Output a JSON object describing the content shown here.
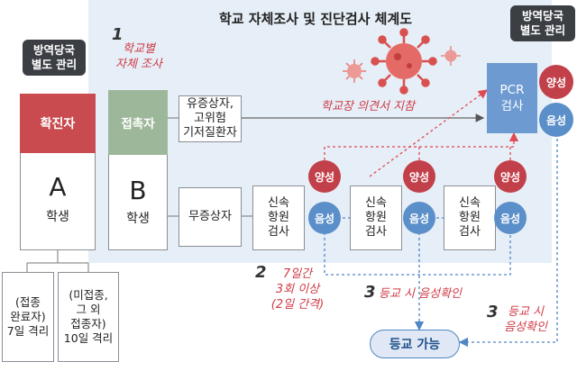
{
  "title": "학교 자체조사 및 진단검사 체계도",
  "left": {
    "authority_tag": "방역당국\n별도 관리",
    "confirmed": "확진자",
    "group_letter": "A",
    "group_word": "학생",
    "vaccinated": "(접종\n완료자)\n7일 격리",
    "unvaccinated": "(미접종,\n그 외\n접종자)\n10일 격리"
  },
  "step1": {
    "num": "1",
    "text": "학교별\n자체 조사"
  },
  "contact": "접촉자",
  "symptomatic": "유증상자,\n고위험\n기저질환자",
  "principal_note": "학교장 의견서 지참",
  "group_b": {
    "letter": "B",
    "word": "학생"
  },
  "asymptomatic": "무증상자",
  "rapid_test": "신속\n항원\n검사",
  "positive": "양성",
  "negative": "음성",
  "pcr": "PCR\n검사",
  "right_authority_tag": "방역당국\n별도 관리",
  "step2": {
    "num": "2",
    "text": "7일간\n3회 이상\n(2일 간격)"
  },
  "step3a": {
    "num": "3",
    "text": "등교 시 음성확인"
  },
  "step3b": {
    "num": "3",
    "text": "등교 시\n음성확인"
  },
  "school_ok": "등교 가능",
  "colors": {
    "panel": "#e6eef7",
    "confirmed_red": "#c94a4f",
    "contact_green": "#9db79a",
    "positive_red": "#c2404a",
    "negative_blue": "#5b8fc9",
    "pcr_blue": "#6d9bd1",
    "school_blue": "#dfe8f4",
    "dark_tag": "#3b3f44",
    "virus_red": "#d9514f"
  },
  "icons": [
    "virus-icon",
    "arrow-icon"
  ]
}
